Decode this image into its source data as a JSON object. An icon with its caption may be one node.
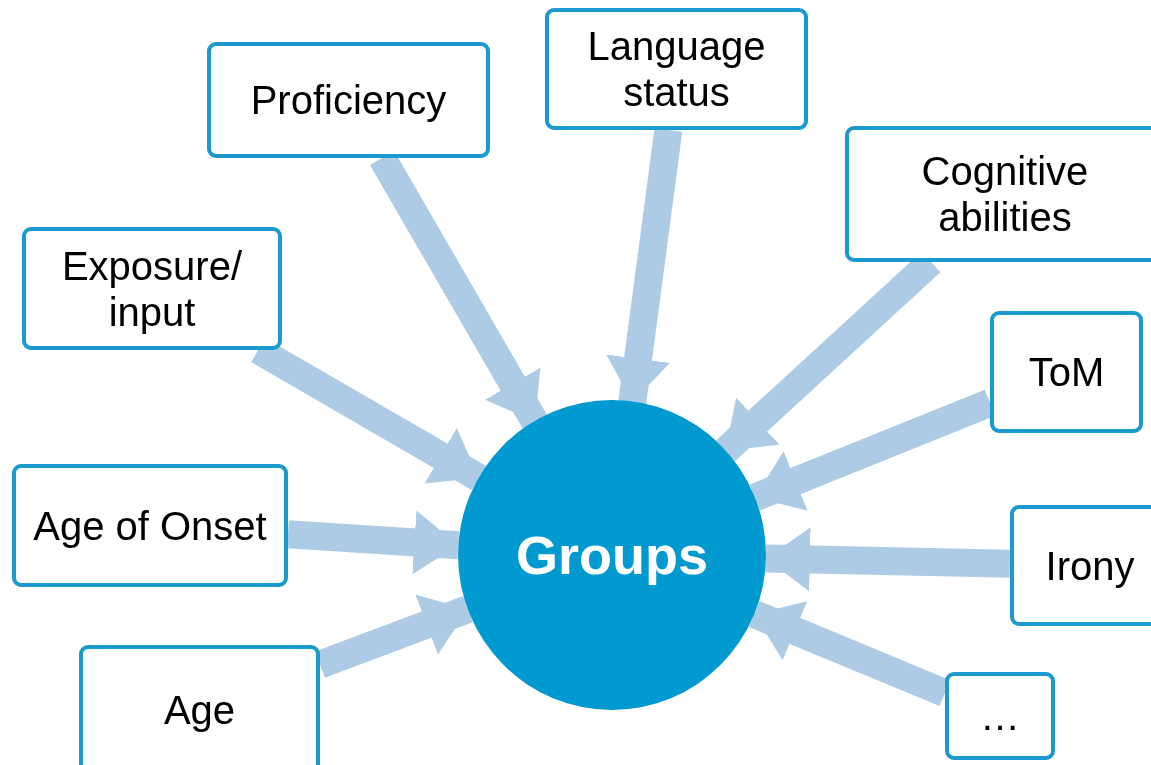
{
  "diagram": {
    "nodes": [
      {
        "text": [
          "Proficiency"
        ]
      },
      {
        "text": [
          "Language status"
        ]
      },
      {
        "text": [
          "Cognitive abilities"
        ]
      },
      {
        "text": [
          "Exposure/ input"
        ]
      },
      {
        "text": [
          "ToM"
        ]
      },
      {
        "text": [
          "Age of Onset"
        ]
      },
      {
        "text": [
          "Groups"
        ]
      },
      {
        "text": [
          "Irony"
        ]
      },
      {
        "text": [
          "Age"
        ]
      },
      {
        "text": [
          "…"
        ]
      }
    ],
    "edges": [
      {
        "from": 0,
        "to": 6,
        "arrow": "to"
      },
      {
        "from": 1,
        "to": 6,
        "arrow": "to"
      },
      {
        "from": 2,
        "to": 6,
        "arrow": "to"
      },
      {
        "from": 3,
        "to": 6,
        "arrow": "to"
      },
      {
        "from": 4,
        "to": 6,
        "arrow": "to"
      },
      {
        "from": 5,
        "to": 6,
        "arrow": "to"
      },
      {
        "from": 7,
        "to": 6,
        "arrow": "to"
      },
      {
        "from": 8,
        "to": 6,
        "arrow": "to"
      },
      {
        "from": 9,
        "to": 6,
        "arrow": "to"
      }
    ]
  }
}
